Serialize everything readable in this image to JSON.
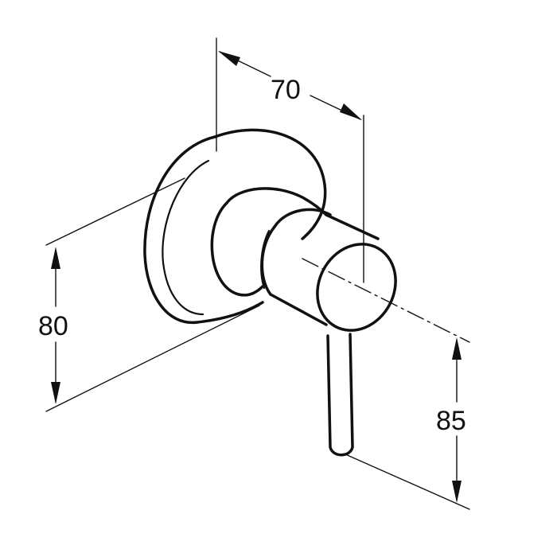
{
  "dimensions": {
    "width_label": "70",
    "height_label": "80",
    "lever_label": "85"
  },
  "colors": {
    "line": "#111111",
    "background": "#ffffff"
  }
}
